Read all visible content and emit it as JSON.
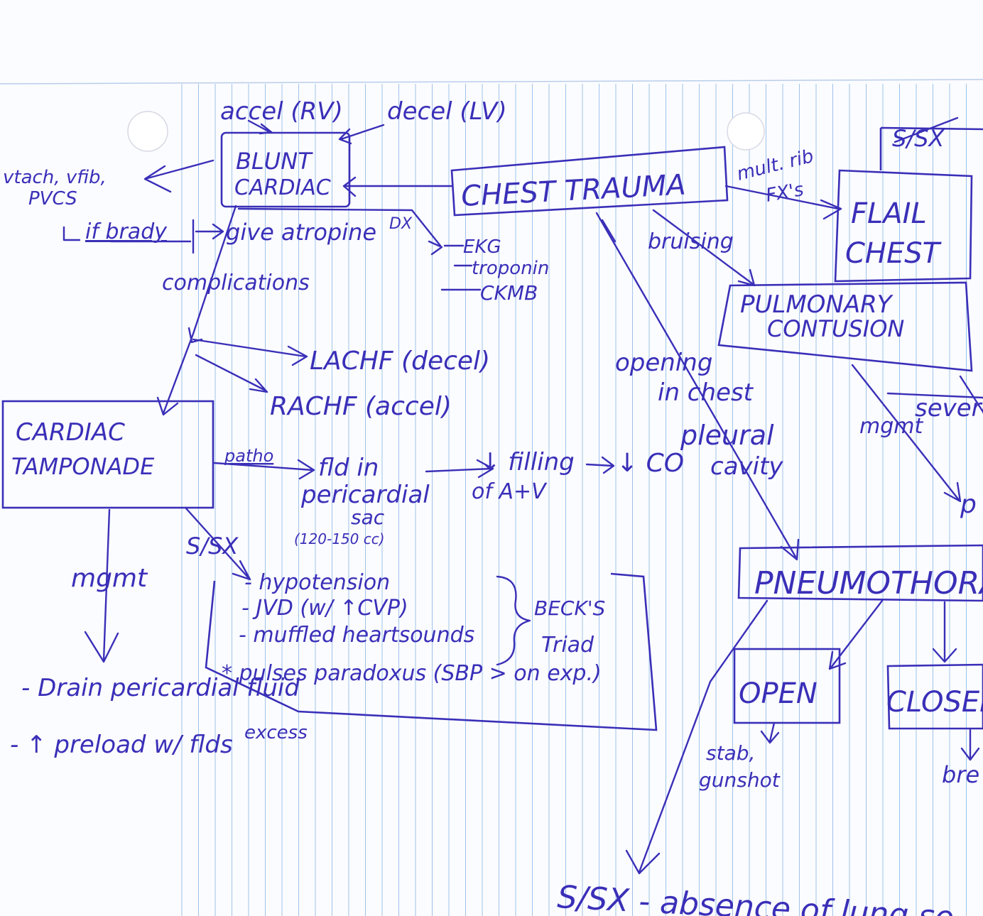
{
  "colors": {
    "ink": "#3a2fb8",
    "rule_line": "#9ec3ea",
    "margin_line": "#b9cdea",
    "paper": "#fbfcff"
  },
  "notes": {
    "accel_rv": "accel (RV)",
    "decel_lv": "decel (LV)",
    "blunt_cardiac": [
      "BLUNT",
      "CARDIAC"
    ],
    "chest_trauma": "CHEST TRAUMA",
    "vtach_vfib": [
      "vtach, vfib,",
      "PVCS"
    ],
    "if_brady": "if brady",
    "give_atropine": "give atropine",
    "dx_label": "DX",
    "dx_tests": [
      "EKG",
      "troponin",
      "CKMB"
    ],
    "complications": "complications",
    "lachf": "LACHF (decel)",
    "rachf": "RACHF (accel)",
    "cardiac_tamponade": [
      "CARDIAC",
      "TAMPONADE"
    ],
    "patho": "patho",
    "fluid_sac": [
      "fld in",
      "pericardial",
      "sac",
      "(120-150 cc)"
    ],
    "filling": [
      "↓ filling",
      "of A+V"
    ],
    "co": "↓ CO",
    "tamponade_ssx": "S/SX",
    "tamponade_symptoms": [
      "- hypotension",
      "- JVD (w/ ↑CVP)",
      "- muffled heartsounds",
      "* pulses paradoxus (SBP > on exp.)"
    ],
    "becks_triad": [
      "BECK'S",
      "Triad"
    ],
    "mgmt": "mgmt",
    "mgmt_items": [
      "- Drain pericardial fluid",
      "excess",
      "- ↑ preload w/ flds"
    ],
    "multi_rib_fx": [
      "mult. rib",
      "FX's"
    ],
    "flail_chest": [
      "FLAIL",
      "CHEST"
    ],
    "flail_ssx": "S/SX",
    "bruising": "bruising",
    "pulmonary_contusion": [
      "PULMONARY",
      "CONTUSION"
    ],
    "opening": [
      "opening",
      "in chest",
      "pleural",
      "cavity"
    ],
    "severe": "severe",
    "mgmt_right": "mgmt",
    "p_frag": "p",
    "pneumothorax": "PNEUMOTHORAX",
    "open": "OPEN",
    "closed": "CLOSED",
    "stab_gunshot": [
      "stab,",
      "gunshot"
    ],
    "bre_frag": "bre",
    "pneumo_ssx": "S/SX - absence of lung so"
  }
}
